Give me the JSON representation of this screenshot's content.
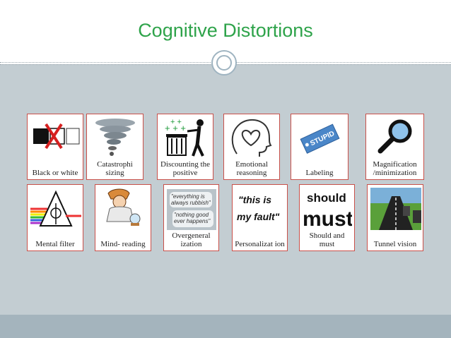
{
  "slide": {
    "title": "Cognitive Distortions",
    "cards": [
      {
        "label": "Black or white"
      },
      {
        "label": "Catastrophi sizing"
      },
      {
        "label": "Discounting the positive"
      },
      {
        "label": "Emotional reasoning"
      },
      {
        "label": "Labeling",
        "icon_text": "STUPID"
      },
      {
        "label": "Magnification /minimization"
      },
      {
        "label": "Mental filter"
      },
      {
        "label": "Mind- reading"
      },
      {
        "label": "Overgeneral ization",
        "icon_text_1": "\"everything is always rubbish\"",
        "icon_text_2": "\"nothing good ever happens\""
      },
      {
        "label": "Personalizat ion",
        "icon_text_1": "\"this is",
        "icon_text_2": "my fault\""
      },
      {
        "label": "Should and must",
        "icon_text_1": "should",
        "icon_text_2": "must"
      },
      {
        "label": "Tunnel vision"
      }
    ]
  },
  "colors": {
    "title": "#2ea34a",
    "panel": "#c3cdd2",
    "card_border": "#c9504a",
    "footer": "#a4b4bd"
  }
}
